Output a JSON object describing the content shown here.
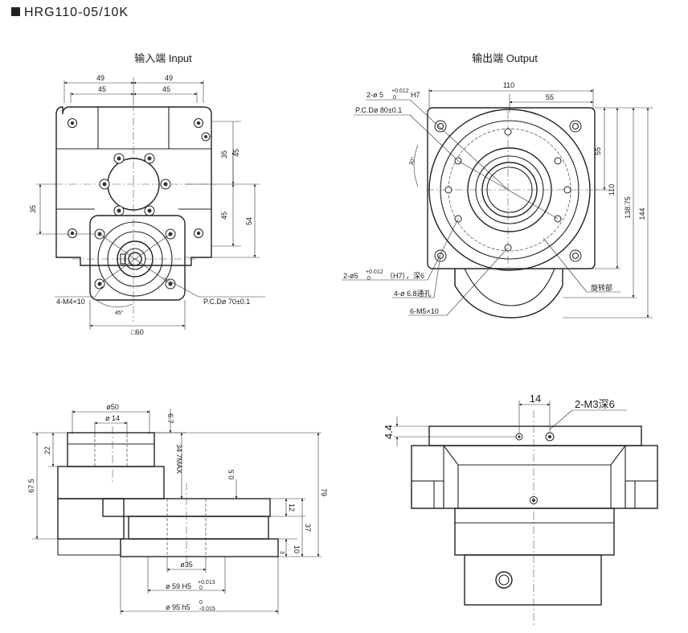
{
  "heading": "HRG110-05/10K",
  "views": {
    "input": {
      "title": "输入端 Input",
      "dims": {
        "w49a": "49",
        "w49b": "49",
        "w45a": "45",
        "w45b": "45",
        "v35a": "35",
        "v45a": "45",
        "v45b": "45",
        "v54": "54",
        "v35left": "35",
        "sq60": "□60",
        "deg45": "45°"
      },
      "callouts": {
        "tap": "4-M4×10",
        "pcd": "P.C.Dø 70±0.1"
      }
    },
    "output": {
      "title": "输出端 Output",
      "dims": {
        "w110": "110",
        "w55": "55",
        "v55": "55",
        "v110": "110",
        "v138": "138.75",
        "v144": "144",
        "deg30": "30°"
      },
      "callouts": {
        "pin_top_a": "2-ø 5",
        "pin_top_tol_up": "+0.012",
        "pin_top_tol_dn": "0",
        "pin_top_b": "H7",
        "pcd": "P.C.Dø 80±0.1",
        "pin_bot_a": "2-ø5",
        "pin_bot_tol_up": "+0.012",
        "pin_bot_tol_dn": "0",
        "pin_bot_b": "（H7），深6",
        "thru": "4-ø 6.8通孔",
        "tap": "6-M5×10",
        "rotary": "旋转部"
      }
    },
    "side": {
      "dims": {
        "d50": "ø50",
        "d14": "ø 14",
        "v67": "6.7",
        "v22": "22",
        "max": "34.7MAX",
        "v67_5": "67.5",
        "v0_5": "0.5",
        "v79": "79",
        "v12": "12",
        "v37": "37",
        "v10": "10",
        "v3": "3",
        "d35": "ø35",
        "d59": "ø 59 H5",
        "d59_up": "+0.013",
        "d59_dn": "0",
        "d95": "ø 95 h5",
        "d95_up": "0",
        "d95_dn": "-0.015"
      }
    },
    "front": {
      "dims": {
        "w14": "14",
        "tap": "2-M3深6",
        "v4_4": "4.4"
      }
    }
  }
}
